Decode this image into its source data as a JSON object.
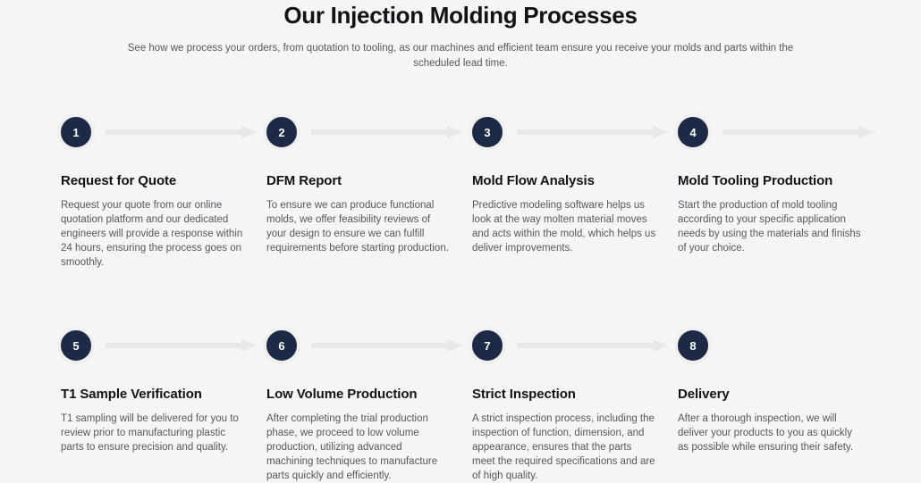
{
  "header": {
    "title": "Our Injection Molding Processes",
    "subtitle": "See how we process your orders, from quotation to tooling, as our machines and efficient team ensure you receive your molds and parts within the scheduled lead time."
  },
  "colors": {
    "background": "#f5f5f5",
    "badge_fill": "#1d2a45",
    "badge_ring": "#f0f0f0",
    "badge_text": "#ffffff",
    "arrow": "#e8e8e9",
    "title_text": "#111318",
    "body_text": "#55585e"
  },
  "steps": [
    {
      "number": "1",
      "title": "Request for Quote",
      "description": "Request your quote from our online quotation platform and our dedicated engineers will provide a response within 24 hours, ensuring the process goes on smoothly.",
      "has_arrow": true
    },
    {
      "number": "2",
      "title": "DFM Report",
      "description": "To ensure we can produce functional molds, we offer feasibility reviews of your design to ensure we can fulfill requirements before starting production.",
      "has_arrow": true
    },
    {
      "number": "3",
      "title": "Mold Flow Analysis",
      "description": "Predictive modeling software helps us look at the way molten material moves and acts within the mold, which helps us deliver improvements.",
      "has_arrow": true
    },
    {
      "number": "4",
      "title": "Mold Tooling Production",
      "description": "Start the production of mold tooling according to your specific application needs by using the materials and finishs of your choice.",
      "has_arrow": true
    },
    {
      "number": "5",
      "title": "T1 Sample Verification",
      "description": "T1 sampling will be delivered for you to review prior to manufacturing plastic parts to ensure precision and quality.",
      "has_arrow": true
    },
    {
      "number": "6",
      "title": "Low Volume Production",
      "description": "After completing the trial production phase, we proceed to low volume production, utilizing advanced machining techniques to manufacture parts quickly and efficiently.",
      "has_arrow": true
    },
    {
      "number": "7",
      "title": "Strict Inspection",
      "description": "A strict inspection process, including the inspection of function, dimension, and appearance, ensures that the parts meet the required specifications and are of high quality.",
      "has_arrow": true
    },
    {
      "number": "8",
      "title": "Delivery",
      "description": "After a thorough inspection, we will deliver your products to you as quickly as possible while ensuring their safety.",
      "has_arrow": false
    }
  ]
}
